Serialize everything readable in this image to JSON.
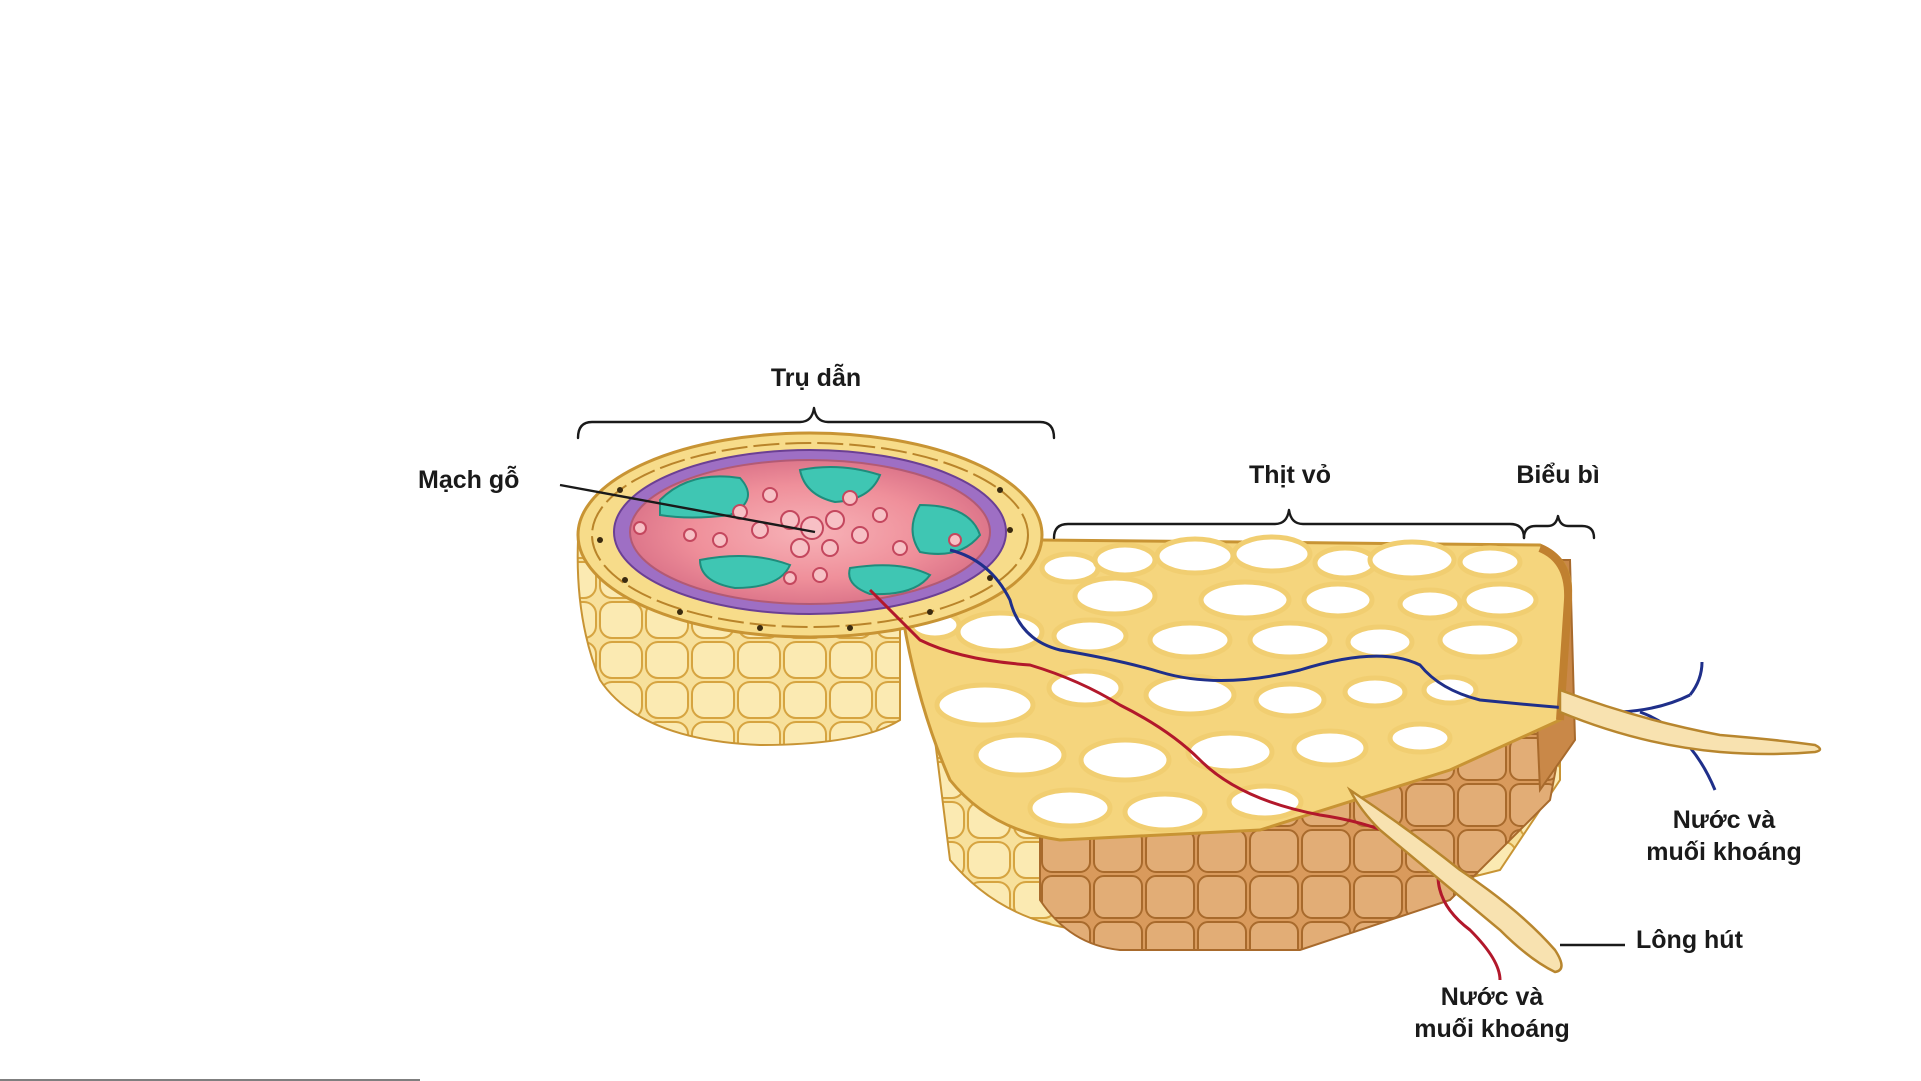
{
  "labels": {
    "stele": "Trụ dẫn",
    "xylem": "Mạch gỗ",
    "cortex": "Thịt vỏ",
    "epidermis": "Biểu bì",
    "water_upper_line1": "Nước và",
    "water_upper_line2": "muối khoáng",
    "root_hair": "Lông hút",
    "water_lower_line1": "Nước và",
    "water_lower_line2": "muối khoáng"
  },
  "colors": {
    "cell_fill": "#f6df95",
    "cell_wall": "#d9a63b",
    "cell_dark": "#c0843f",
    "xylem_pink": "#f3a0a8",
    "phloem_teal": "#3fc6b3",
    "pericycle_purple": "#9e6fc4",
    "apoplast_path": "#1f2f8a",
    "symplast_path": "#b2182b"
  }
}
